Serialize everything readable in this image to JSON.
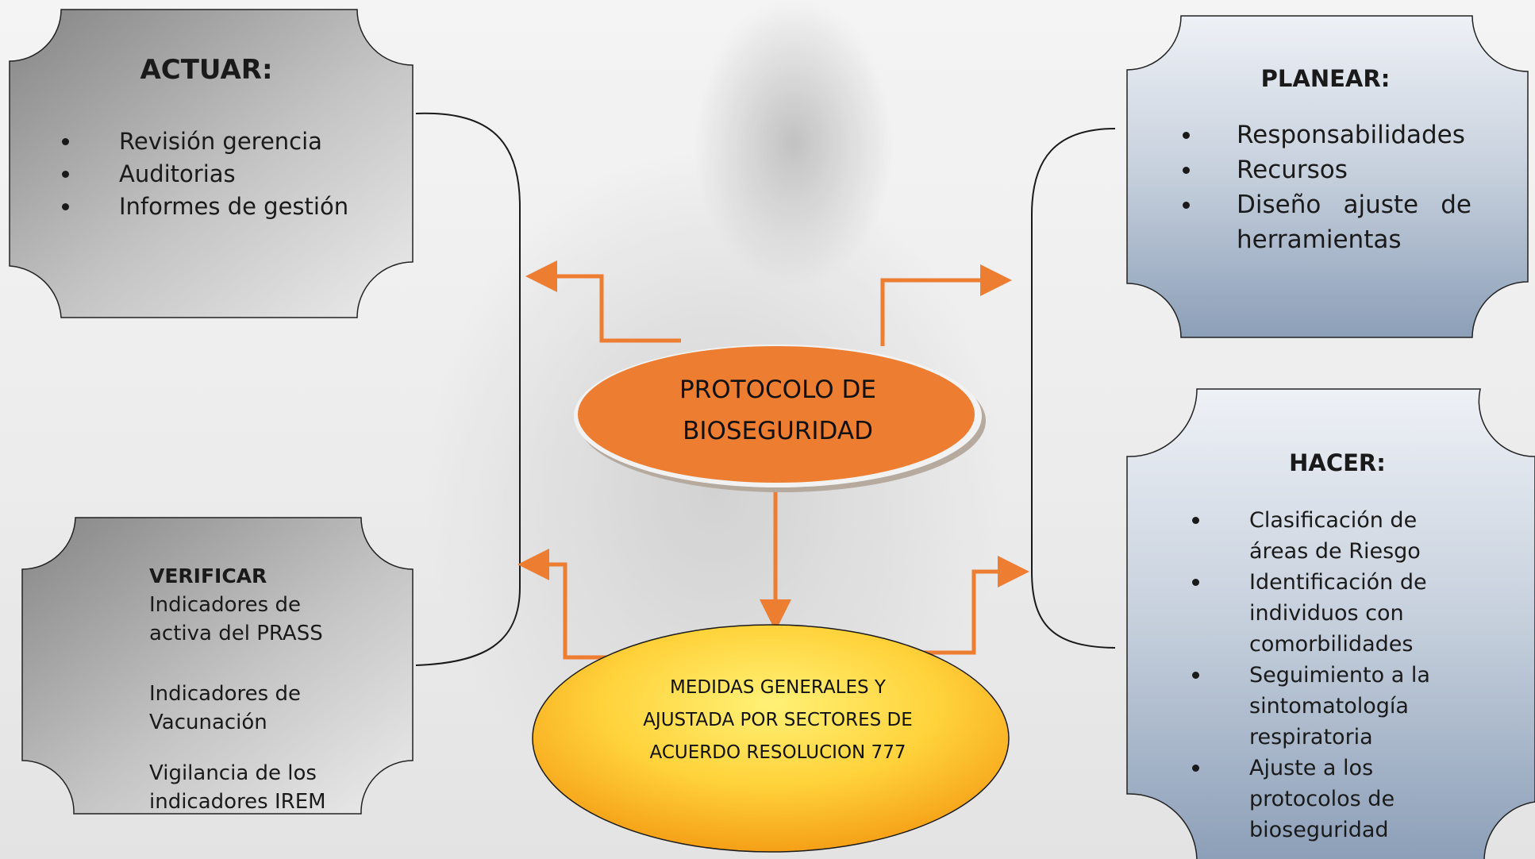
{
  "colors": {
    "arrow": "#ed7d31",
    "protocol_ellipse": "#ed7d31",
    "medidas_ellipse_light": "#ffe35a",
    "medidas_ellipse_dark": "#f5a81c",
    "gray_box_dark": "#8c8c8c",
    "gray_box_light": "#e6e6e6",
    "blue_box_dark": "#8fa2bb",
    "blue_box_light": "#e4e9f0"
  },
  "actuar": {
    "title": "ACTUAR:",
    "items": [
      "Revisión gerencia",
      "Auditorias",
      "Informes de gestión"
    ]
  },
  "verificar": {
    "title": "VERIFICAR",
    "lines": [
      "Indicadores de activa del PRASS",
      "Indicadores de Vacunación",
      "Vigilancia de los indicadores IREM"
    ]
  },
  "planear": {
    "title": "PLANEAR:",
    "items": [
      "Responsabilidades",
      "Recursos",
      "Diseño ajuste de herramientas"
    ]
  },
  "hacer": {
    "title": "HACER:",
    "items": [
      "Clasificación de áreas de Riesgo",
      "Identificación de individuos con comorbilidades",
      "Seguimiento a la sintomatología respiratoria",
      "Ajuste a los protocolos de bioseguridad"
    ]
  },
  "center": {
    "protocol_line1": "PROTOCOLO DE",
    "protocol_line2": "BIOSEGURIDAD",
    "medidas_line1": "MEDIDAS GENERALES Y",
    "medidas_line2": "AJUSTADA POR SECTORES DE",
    "medidas_line3": "ACUERDO RESOLUCION 777"
  }
}
